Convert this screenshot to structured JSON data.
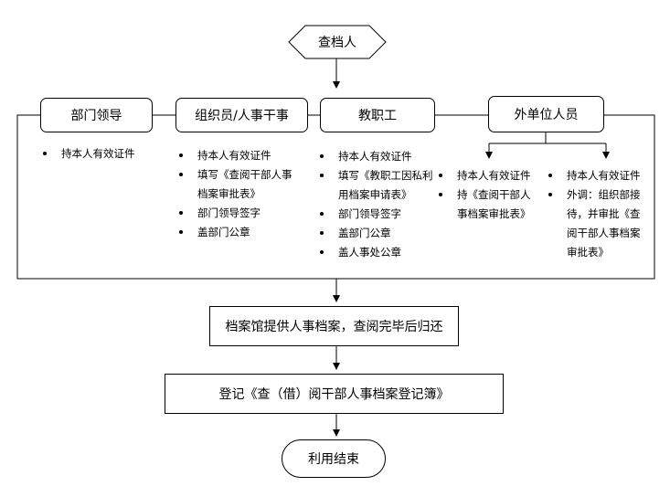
{
  "nodes": {
    "start": "查档人",
    "roles": [
      "部门领导",
      "组织员/人事干事",
      "教职工",
      "外单位人员"
    ],
    "provide": "档案馆提供人事档案，查阅完毕后归还",
    "register": "登记《查（借）阅干部人事档案登记簿》",
    "end": "利用结束"
  },
  "requirements": {
    "dept_leader": [
      "持本人有效证件"
    ],
    "organizer": [
      "持本人有效证件",
      "填写《查阅干部人事档案审批表》",
      "部门领导签字",
      "盖部门公章"
    ],
    "staff": [
      "持本人有效证件",
      "填写《教职工因私利用档案申请表》",
      "部门领导签字",
      "盖部门公章",
      "盖人事处公章"
    ],
    "external_left": [
      "持本人有效证件",
      "持《查阅干部人事档案审批表》"
    ],
    "external_right": [
      "持本人有效证件",
      "外调：组织部接待，并审批《查阅干部人事档案审批表》"
    ]
  }
}
